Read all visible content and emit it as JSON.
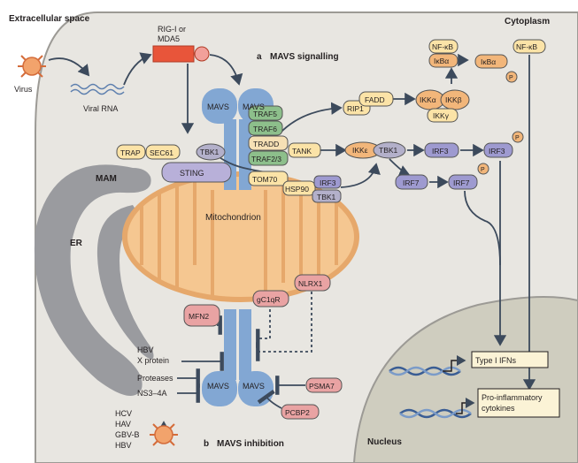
{
  "regions": {
    "extracellular": "Extracellular space",
    "cytoplasm": "Cytoplasm",
    "nucleus": "Nucleus",
    "er": "ER",
    "mam": "MAM",
    "mitochondrion": "Mitochondrion"
  },
  "panels": {
    "a_letter": "a",
    "a_title": "MAVS signalling",
    "b_letter": "b",
    "b_title": "MAVS inhibition"
  },
  "virus": {
    "label": "Virus",
    "rna": "Viral RNA"
  },
  "sensor": {
    "line1": "RIG-I or",
    "line2": "MDA5"
  },
  "mavs": {
    "left": "MAVS",
    "right": "MAVS"
  },
  "proteins": {
    "traf5": "TRAF5",
    "traf6": "TRAF6",
    "tradd": "TRADD",
    "traf23": "TRAF2/3",
    "tank": "TANK",
    "tom70": "TOM70",
    "hsp90": "HSP90",
    "irf3_box": "IRF3",
    "tbk1_box": "TBK1",
    "rip1": "RIP1",
    "fadd": "FADD",
    "ikka": "IKKα",
    "ikkb": "IKKβ",
    "ikkg": "IKKγ",
    "nfkb": "NF-κB",
    "ikba": "IκBα",
    "ikba2": "IκBα",
    "nfkb2": "NF-κB",
    "p": "P",
    "ikke": "IKKε",
    "tbk1_b": "TBK1",
    "irf3_a": "IRF3",
    "irf3_b": "IRF3",
    "irf7_a": "IRF7",
    "irf7_b": "IRF7",
    "trap": "TRAP",
    "sec61": "SEC61",
    "tbk1_er": "TBK1",
    "sting": "STING",
    "gc1qr": "gC1qR",
    "nlrx1": "NLRX1",
    "mfn2": "MFN2",
    "psma7": "PSMA7",
    "pcbp2": "PCBP2"
  },
  "outputs": {
    "ifn": "Type I IFNs",
    "cyto1": "Pro-inflammatory",
    "cyto2": "cytokines"
  },
  "inhibitors": {
    "hbv_top": "HBV",
    "xprot": "X protein",
    "proteases": "Proteases",
    "ns34a": "NS3–4A",
    "hcv": "HCV",
    "hav": "HAV",
    "gbvb": "GBV-B",
    "hbv_bottom": "HBV"
  },
  "colors": {
    "mavs_blue": "#82a7d3",
    "traf_green": "#8dbf8b",
    "yellow": "#fbe3a7",
    "orange_node": "#f2b67a",
    "purple": "#9e9ad0",
    "pink": "#e9a3a3",
    "mito": "#f5c791",
    "cell": "#e8e6e1",
    "nucleus": "#cfcdbf",
    "er": "#9a9b9f",
    "sting": "#b8b0d9"
  }
}
